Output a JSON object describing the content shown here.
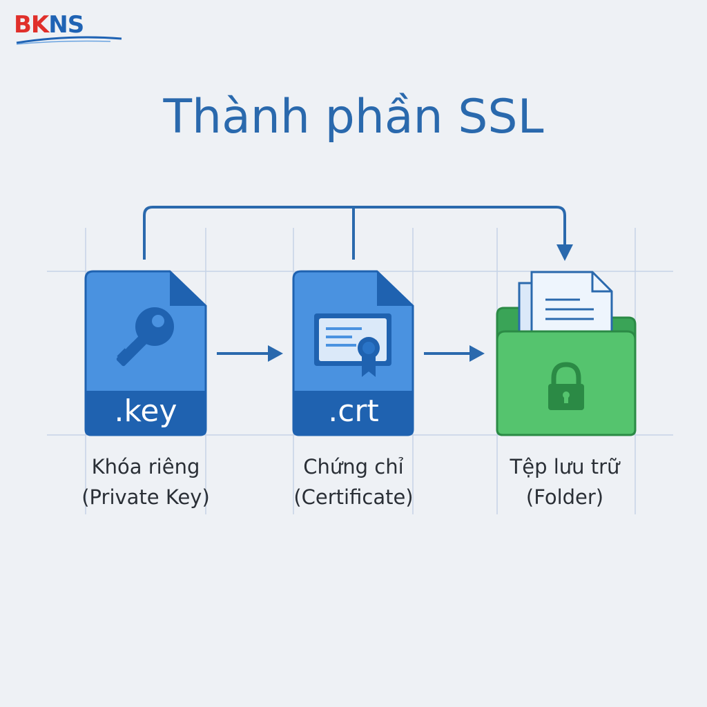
{
  "brand": {
    "logo_part1": "BK",
    "logo_part2": "NS",
    "colors": {
      "red": "#e02f2a",
      "blue": "#1f63b4"
    }
  },
  "title": "Thành phần SSL",
  "components": [
    {
      "ext": ".key",
      "name": "Khóa riêng",
      "name_en": "(Private Key)",
      "icon": "key-icon",
      "color": "#3f87d8"
    },
    {
      "ext": ".crt",
      "name": "Chứng chỉ",
      "name_en": "(Certificate)",
      "icon": "certificate-icon",
      "color": "#3f87d8"
    },
    {
      "ext": "",
      "name": "Tệp lưu trữ",
      "name_en": "(Folder)",
      "icon": "folder-lock-icon",
      "color": "#4cbf6a"
    }
  ],
  "colors": {
    "accent_blue": "#2a69ad",
    "file_blue": "#4a92e0",
    "file_dark": "#1f62b0",
    "folder_green": "#55c46e",
    "grid": "#c6d3e6"
  }
}
